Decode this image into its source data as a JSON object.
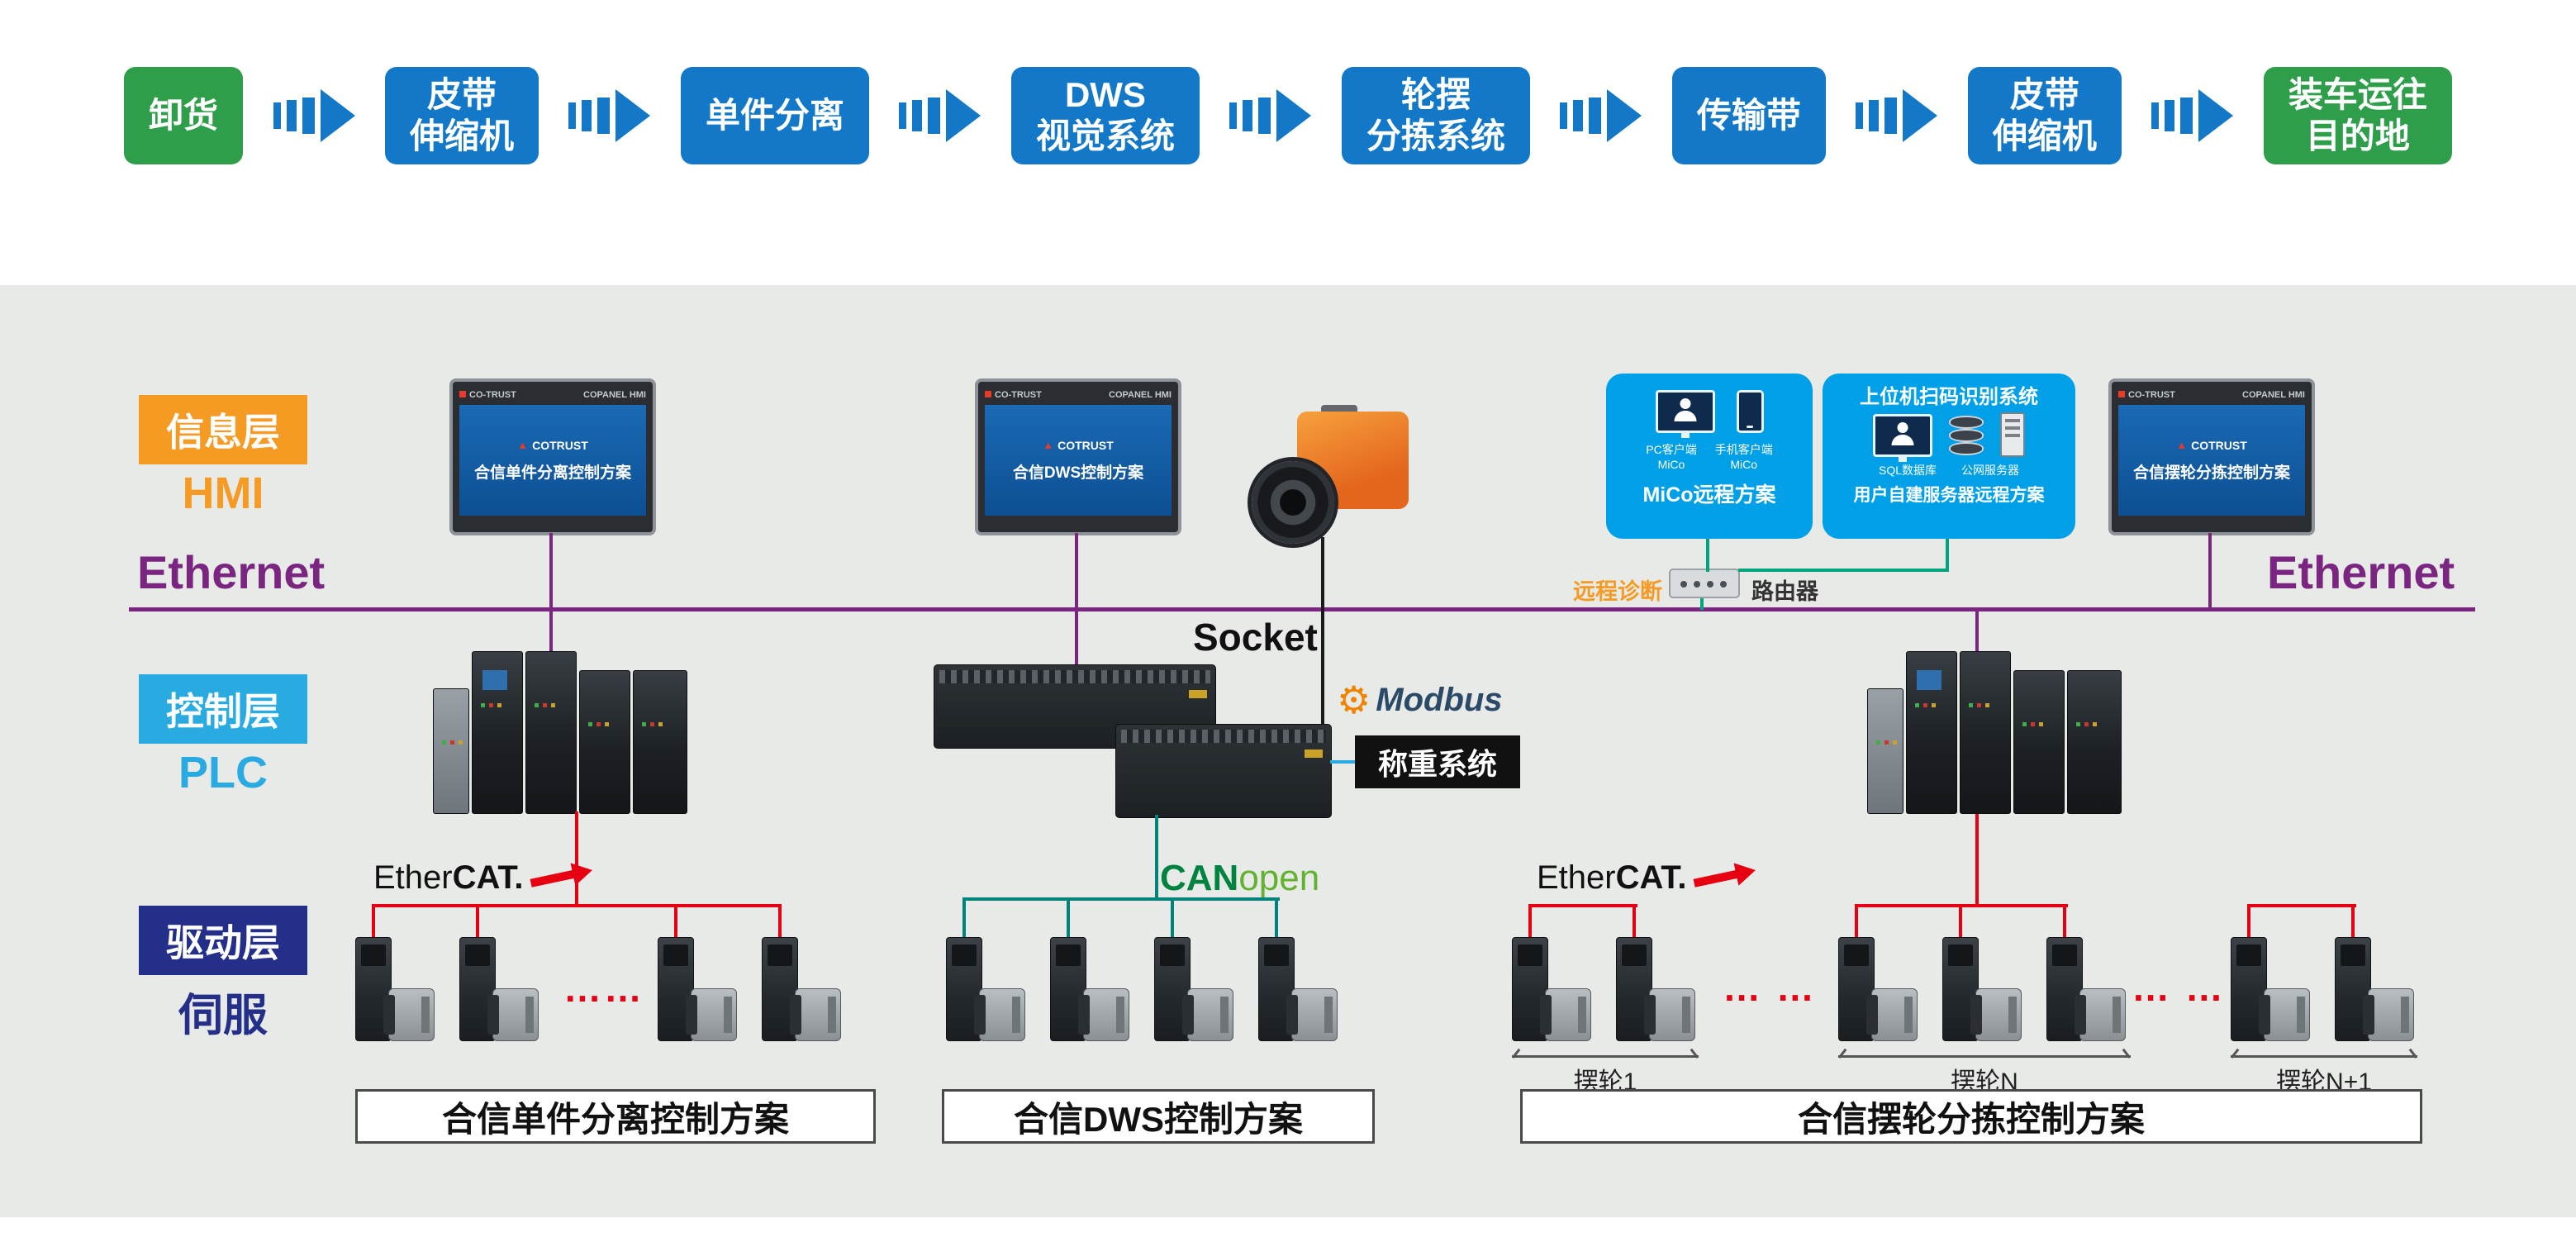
{
  "process_flow": {
    "steps": [
      {
        "label": "卸货"
      },
      {
        "label": "皮带\n伸缩机"
      },
      {
        "label": "单件分离"
      },
      {
        "label": "DWS\n视觉系统"
      },
      {
        "label": "轮摆\n分拣系统"
      },
      {
        "label": "传输带"
      },
      {
        "label": "皮带\n伸缩机"
      },
      {
        "label": "装车运往\n目的地"
      }
    ]
  },
  "layers": {
    "info": {
      "badge": "信息层",
      "sub": "HMI"
    },
    "control": {
      "badge": "控制层",
      "sub": "PLC"
    },
    "drive": {
      "badge": "驱动层",
      "sub": "伺服"
    }
  },
  "network": {
    "ethernet_left": "Ethernet",
    "ethernet_right": "Ethernet",
    "socket": "Socket",
    "modbus": "Modbus",
    "ethercat_word1": "Ether",
    "ethercat_word2": "CAT.",
    "canopen_can": "CAN",
    "canopen_open": "open"
  },
  "hmi": {
    "brand": "CO-TRUST",
    "model": "COPANEL HMI",
    "logo": "COTRUST",
    "panels": [
      {
        "title": "合信单件分离控制方案"
      },
      {
        "title": "合信DWS控制方案"
      },
      {
        "title": "合信摆轮分拣控制方案"
      }
    ]
  },
  "remote": {
    "mico_pc": "PC客户端\nMiCo",
    "mico_phone": "手机客户端\nMiCo",
    "mico_title": "MiCo远程方案",
    "server_title": "上位机扫码识别系统",
    "server_sql": "SQL数据库",
    "server_cloud": "公网服务器",
    "server_subtitle": "用户自建服务器远程方案",
    "diag": "远程诊断",
    "router": "路由器"
  },
  "weighing": "称重系统",
  "servo": {
    "dots_left": "……",
    "dots_mid": "… …",
    "dots_right": "… …",
    "wheel_1": "摆轮1",
    "wheel_n": "摆轮N",
    "wheel_n1": "摆轮N+1"
  },
  "solutions": {
    "s1": "合信单件分离控制方案",
    "s2": "合信DWS控制方案",
    "s3": "合信摆轮分拣控制方案"
  },
  "colors": {
    "flow_blue": "#1478c8",
    "flow_green": "#2f9e4a",
    "info_orange": "#f59a23",
    "control_blue": "#29abe2",
    "drive_navy": "#232f88",
    "ethernet_purple": "#7a2580",
    "ethercat_red": "#e60012",
    "canopen_teal": "#00837b",
    "remote_blue": "#00a0e9"
  }
}
